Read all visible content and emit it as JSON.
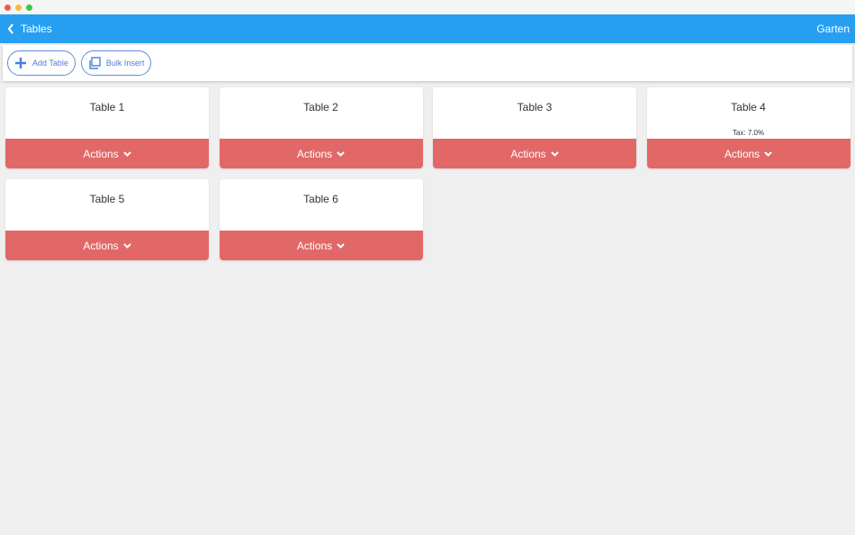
{
  "window": {
    "colors": [
      "#ee5b55",
      "#f4bd3b",
      "#39c84a"
    ]
  },
  "header": {
    "back_label": "Tables",
    "right_label": "Garten"
  },
  "toolbar": {
    "add_label": "Add Table",
    "bulk_label": "Bulk Insert"
  },
  "tables": [
    {
      "name": "Table 1",
      "tax": ""
    },
    {
      "name": "Table 2",
      "tax": ""
    },
    {
      "name": "Table 3",
      "tax": ""
    },
    {
      "name": "Table 4",
      "tax": "Tax: 7.0%"
    },
    {
      "name": "Table 5",
      "tax": ""
    },
    {
      "name": "Table 6",
      "tax": ""
    }
  ],
  "actions_label": "Actions"
}
